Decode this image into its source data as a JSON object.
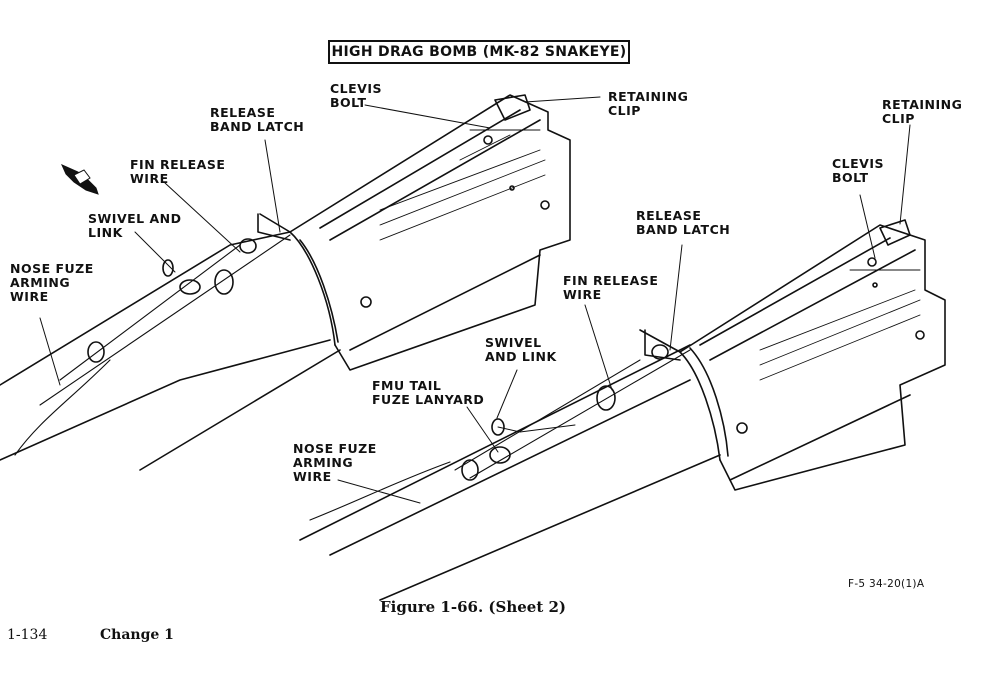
{
  "figure": {
    "title": "HIGH DRAG BOMB (MK-82 SNAKEYE)",
    "caption": "Figure 1-66. (Sheet 2)",
    "code": "F-5 34-20(1)A"
  },
  "left_view": {
    "clevis_bolt": "CLEVIS\nBOLT",
    "retaining_clip": "RETAINING\nCLIP",
    "release_band_latch": "RELEASE\nBAND LATCH",
    "fin_release_wire": "FIN RELEASE\nWIRE",
    "swivel_and_link": "SWIVEL AND\nLINK",
    "nose_fuze_arming_wire": "NOSE FUZE\nARMING\nWIRE"
  },
  "right_view": {
    "retaining_clip": "RETAINING\nCLIP",
    "clevis_bolt": "CLEVIS\nBOLT",
    "release_band_latch": "RELEASE\nBAND LATCH",
    "fin_release_wire": "FIN RELEASE\nWIRE",
    "swivel_and_link": "SWIVEL\nAND LINK",
    "fmu_tail_fuze_lanyard": "FMU TAIL\nFUZE LANYARD",
    "nose_fuze_arming_wire": "NOSE FUZE\nARMING\nWIRE"
  },
  "footer": {
    "page_number": "1-134",
    "change": "Change 1"
  },
  "icons": [
    "pointing-hand-icon"
  ]
}
